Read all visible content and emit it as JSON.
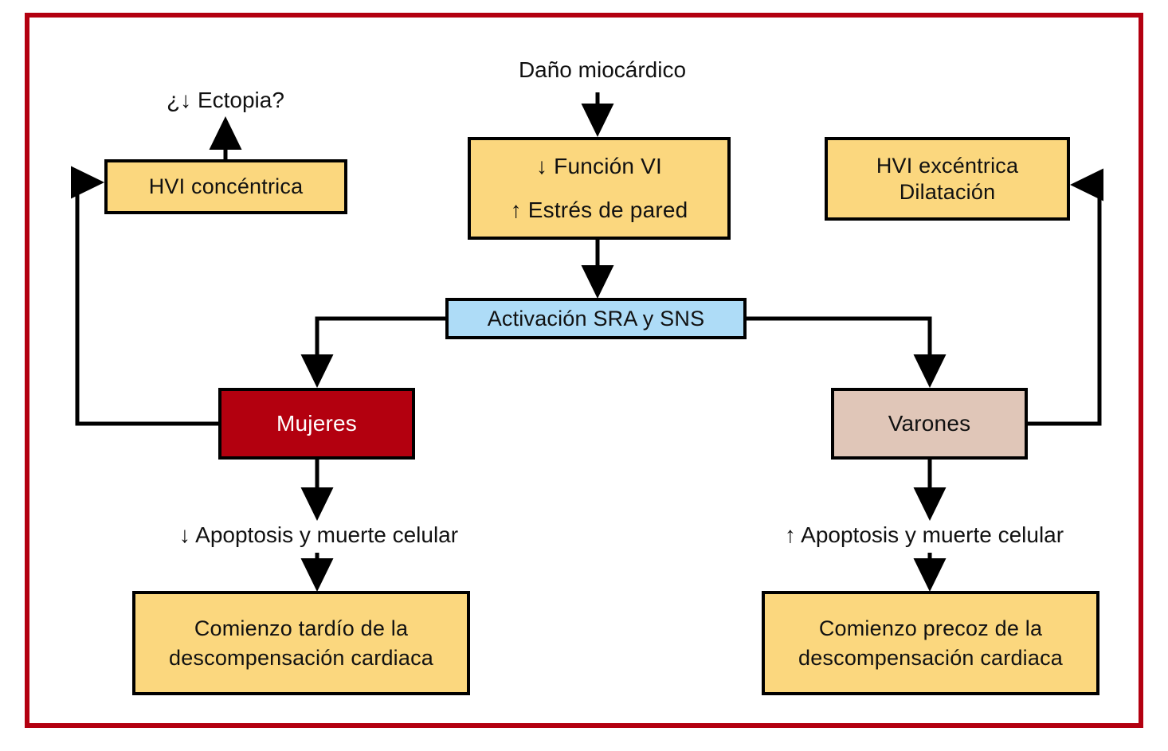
{
  "diagram": {
    "title_text": "Daño miocárdico",
    "frame_color": "#b30010",
    "colors": {
      "gold": "#fbd77e",
      "blue": "#aedcf7",
      "red": "#b3000f",
      "tan": "#e0c6b8",
      "stroke": "#000000"
    },
    "labels": {
      "dano_miocardico": "Daño miocárdico",
      "ectopia": "¿↓ Ectopia?",
      "apoptosis_decrease": "↓ Apoptosis y muerte celular",
      "apoptosis_increase": "↑ Apoptosis y muerte celular"
    },
    "nodes": {
      "hvi_concentrica": {
        "line1": "HVI concéntrica"
      },
      "funcion_vi": {
        "line1": "↓ Función VI",
        "line2": "↑ Estrés de pared"
      },
      "hvi_excentrica": {
        "line1": "HVI excéntrica",
        "line2": "Dilatación"
      },
      "activacion": {
        "line1": "Activación SRA y SNS"
      },
      "mujeres": {
        "line1": "Mujeres"
      },
      "varones": {
        "line1": "Varones"
      },
      "comienzo_tardio": {
        "line1": "Comienzo tardío de la",
        "line2": "descompensación cardiaca"
      },
      "comienzo_precoz": {
        "line1": "Comienzo precoz de la",
        "line2": "descompensación cardiaca"
      }
    }
  }
}
